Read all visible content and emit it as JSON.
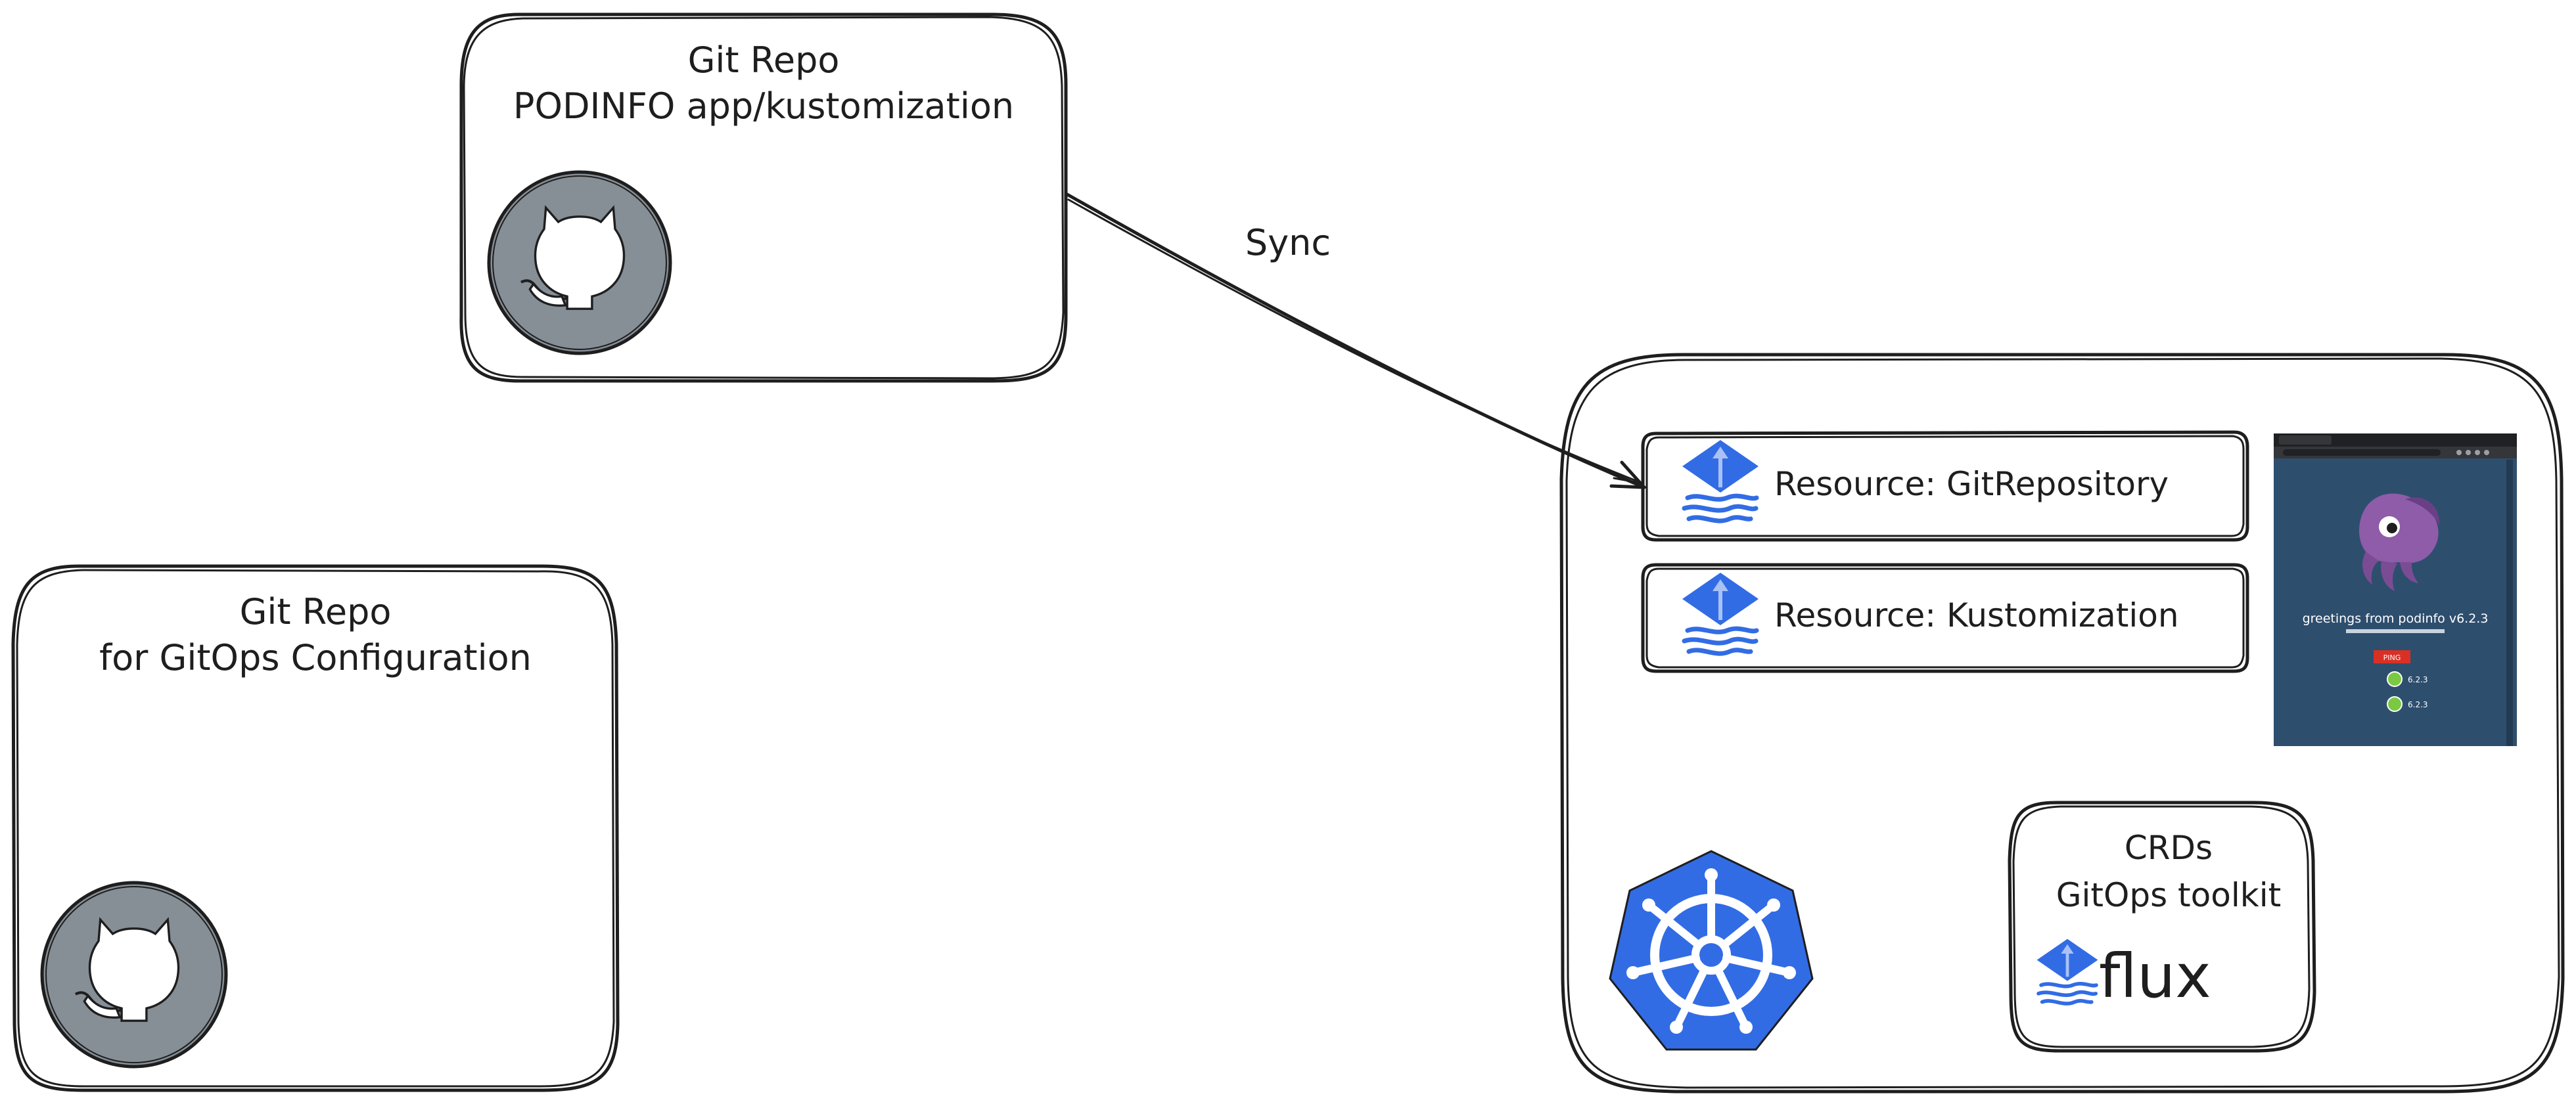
{
  "diagram": {
    "boxes": {
      "podinfo_repo": {
        "line1": "Git Repo",
        "line2": "PODINFO app/kustomization",
        "icon": "github-icon"
      },
      "gitops_config_repo": {
        "line1": "Git Repo",
        "line2": "for GitOps Configuration",
        "icon": "github-icon"
      },
      "cluster": {
        "icon": "kubernetes-icon",
        "resources": [
          {
            "label": "Resource: GitRepository",
            "icon": "flux-icon"
          },
          {
            "label": "Resource: Kustomization",
            "icon": "flux-icon"
          }
        ],
        "crds": {
          "line1": "CRDs",
          "line2": "GitOps toolkit",
          "logo_text": "flux"
        },
        "screenshot": {
          "heading": "greetings from podinfo v6.2.3",
          "button_label": "PING",
          "versions": [
            "6.2.3",
            "6.2.3"
          ]
        }
      }
    },
    "arrow": {
      "label": "Sync",
      "from": "podinfo_repo",
      "to": "Resource: GitRepository"
    },
    "colors": {
      "stroke": "#1e1e1e",
      "github_circle": "#868e96",
      "flux_blue": "#326ce5",
      "k8s_blue": "#326ce5",
      "screenshot_bg": "#2e4e6e"
    }
  }
}
